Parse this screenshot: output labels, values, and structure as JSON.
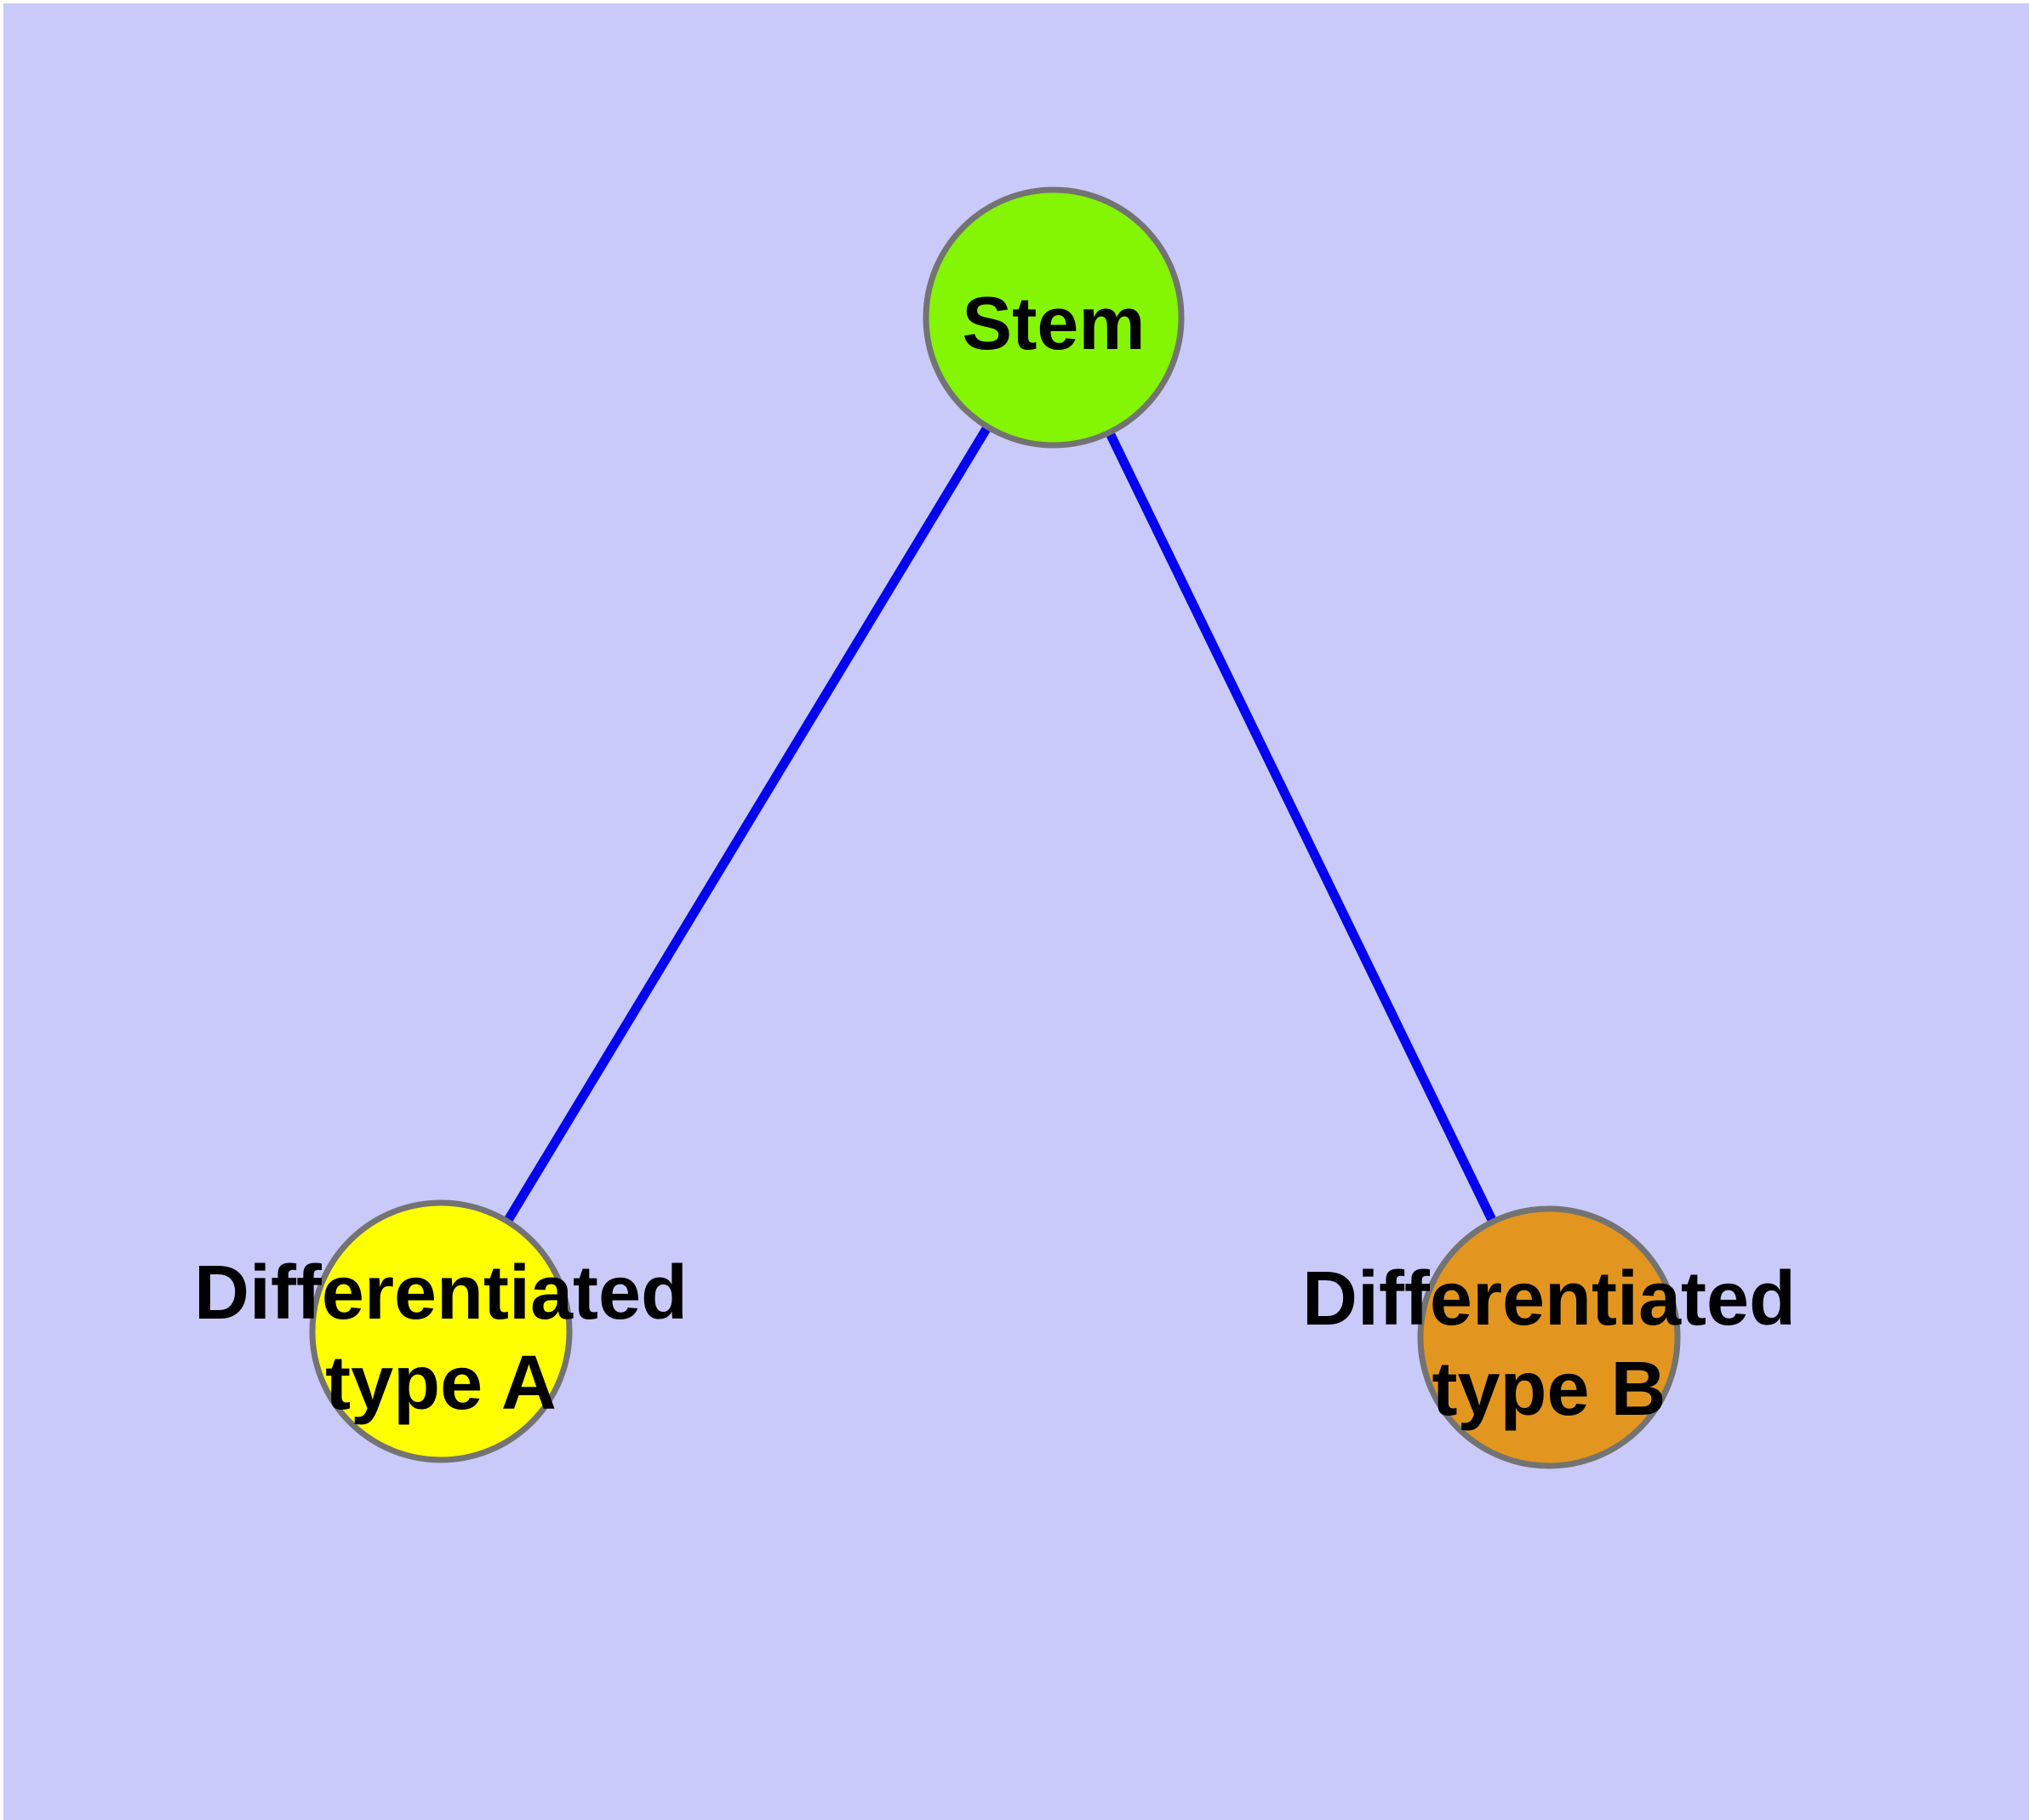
{
  "colors": {
    "page_margin": "#ffffff",
    "background": "#c9c9fa",
    "edge": "#0404ee",
    "node_border": "#737373",
    "label_text": "#000000"
  },
  "graph": {
    "type": "node_link_diagram",
    "nodes": [
      {
        "id": "stem",
        "label": "Stem",
        "fill": "#84f502"
      },
      {
        "id": "differentiated-type-a",
        "label": "Differentiated type A",
        "label_lines": [
          "Differentiated",
          "type A"
        ],
        "fill": "#ffff00"
      },
      {
        "id": "differentiated-type-b",
        "label": "Differentiated type B",
        "label_lines": [
          "Differentiated",
          "type B"
        ],
        "fill": "#e2961f"
      }
    ],
    "edges": [
      {
        "from": "stem",
        "to": "differentiated-type-a"
      },
      {
        "from": "stem",
        "to": "differentiated-type-b"
      }
    ]
  }
}
